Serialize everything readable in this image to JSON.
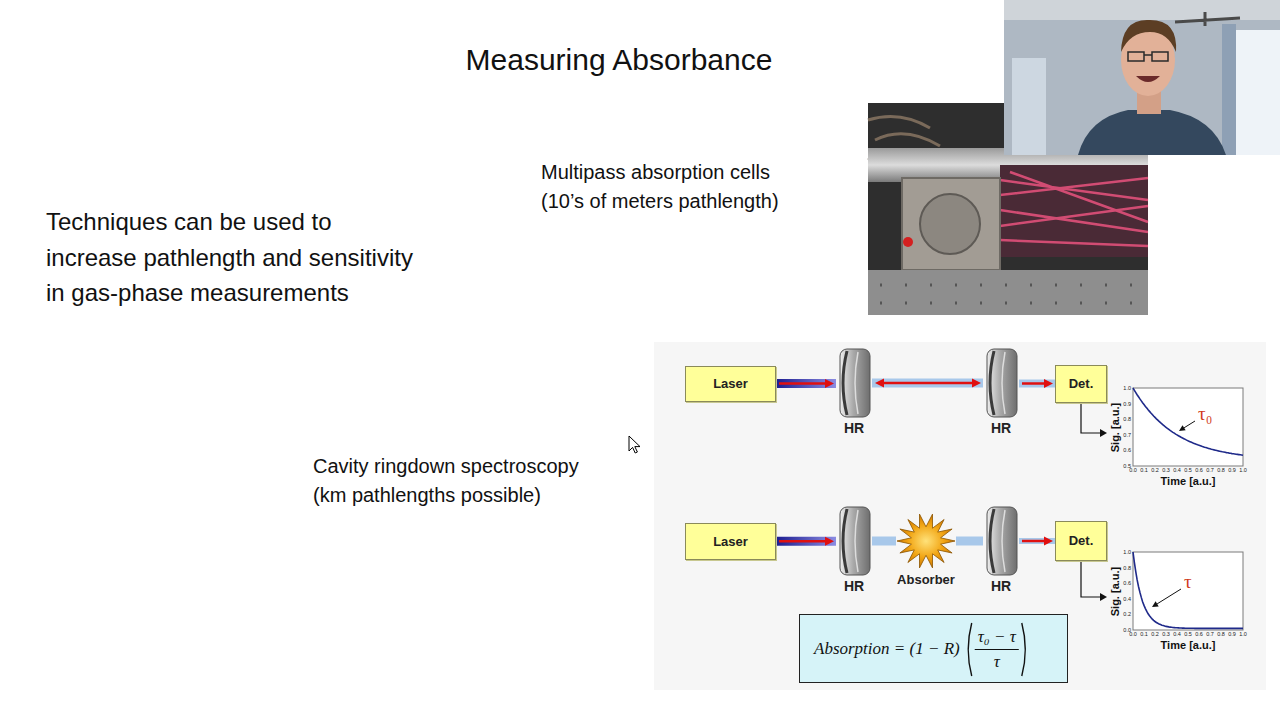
{
  "diagram": {
    "title": "Measuring Absorbance",
    "nodes": [
      {
        "text": [
          "Laser"
        ]
      },
      {
        "text": [
          "HR"
        ]
      },
      {
        "text": [
          "HR"
        ]
      },
      {
        "text": [
          "Det."
        ]
      },
      {
        "text": [
          "Laser"
        ]
      },
      {
        "text": [
          "HR"
        ]
      },
      {
        "text": [
          "Absorber"
        ]
      },
      {
        "text": [
          "HR"
        ]
      },
      {
        "text": [
          "Det."
        ]
      },
      {
        "text": [
          "Absorption = (1 − R)",
          "τ₀ − τ",
          "τ"
        ]
      }
    ],
    "edges": [
      {
        "from": 0,
        "to": 1,
        "arrow": "to"
      },
      {
        "from": 1,
        "to": 2,
        "arrow": "both"
      },
      {
        "from": 2,
        "to": 3,
        "arrow": "to"
      },
      {
        "from": 4,
        "to": 5,
        "arrow": "to"
      },
      {
        "from": 5,
        "to": 6,
        "arrow": "none"
      },
      {
        "from": 6,
        "to": 7,
        "arrow": "none"
      },
      {
        "from": 7,
        "to": 8,
        "arrow": "to"
      }
    ],
    "labels": [
      "Techniques can be used to increase pathlength and sensitivity in gas-phase measurements",
      "Multipass absorption cells (10’s of meters pathlength)",
      "Cavity ringdown spectroscopy (km pathlengths possible)",
      "Sig. [a.u.]",
      "τ₀",
      "Time [a.u.]",
      "1.0",
      "0.9",
      "0.8",
      "0.7",
      "0.6",
      "0.5",
      "0.0",
      "0.1",
      "0.2",
      "0.3",
      "0.4",
      "0.5",
      "0.6",
      "0.7",
      "0.8",
      "0.9",
      "1.0",
      "Sig. [a.u.]",
      "τ",
      "Time [a.u.]",
      "1.0",
      "0.8",
      "0.6",
      "0.4",
      "0.2",
      "0.0",
      "0.0",
      "0.1",
      "0.2",
      "0.3",
      "0.4",
      "0.5",
      "0.6",
      "0.7",
      "0.8",
      "0.9",
      "1.0"
    ]
  }
}
